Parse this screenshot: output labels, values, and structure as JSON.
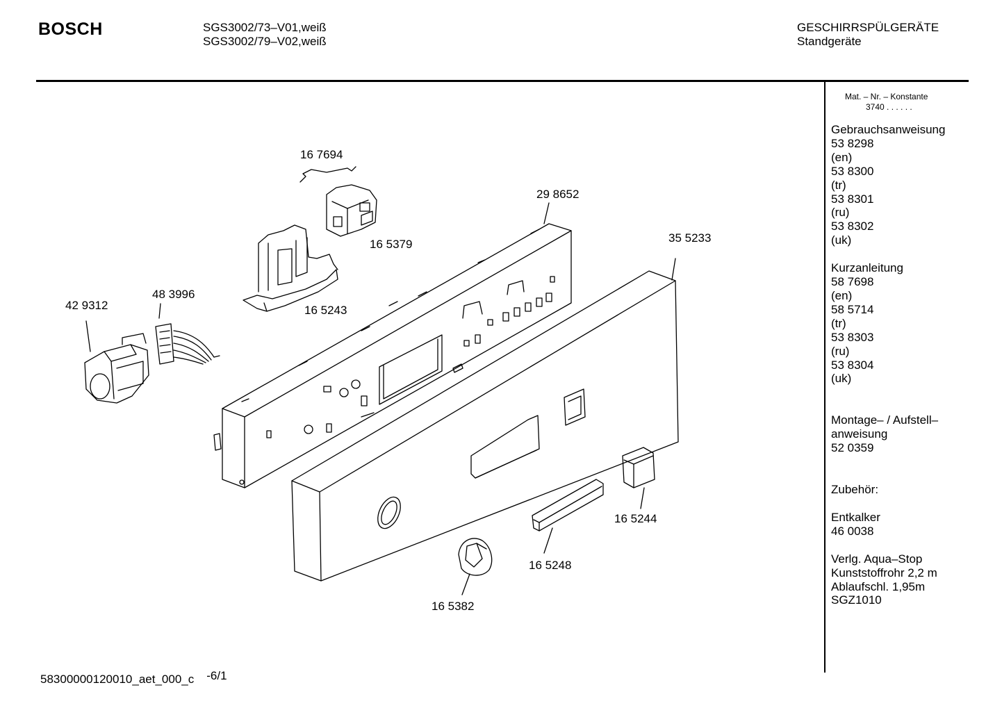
{
  "header": {
    "brand": "BOSCH",
    "models": [
      "SGS3002/73–V01,weiß",
      "SGS3002/79–V02,weiß"
    ],
    "category": "GESCHIRRSPÜLGERÄTE",
    "subcategory": "Standgeräte"
  },
  "side_panel": {
    "mat_label": "Mat. – Nr. – Konstante",
    "mat_value": "3740  .  .    .  .  .  .",
    "sections": [
      {
        "lines": [
          "Gebrauchsanweisung",
          "53 8298",
          "(en)",
          "53 8300",
          "(tr)",
          "53 8301",
          "(ru)",
          "53 8302",
          "(uk)"
        ]
      },
      {
        "lines": [
          "Kurzanleitung",
          "58 7698",
          "(en)",
          "58 5714",
          "(tr)",
          "53 8303",
          "(ru)",
          "53 8304",
          "(uk)"
        ]
      },
      {
        "lines": [
          "Montage– / Aufstell–",
          "anweisung",
          "52 0359"
        ]
      },
      {
        "lines": [
          "Zubehör:"
        ]
      },
      {
        "lines": [
          "Entkalker",
          "46 0038"
        ]
      },
      {
        "lines": [
          "Verlg. Aqua–Stop",
          "Kunststoffrohr 2,2 m",
          "Ablaufschl. 1,95m",
          "SGZ1010"
        ]
      }
    ]
  },
  "parts": {
    "p167694": "16 7694",
    "p298652": "29 8652",
    "p165379": "16 5379",
    "p355233": "35 5233",
    "p165243": "16 5243",
    "p429312": "42 9312",
    "p483996": "48 3996",
    "p165244": "16 5244",
    "p165248": "16 5248",
    "p165382": "16 5382"
  },
  "footer": {
    "doc_id": "58300000120010_aet_000_c",
    "page": "-6/1"
  }
}
